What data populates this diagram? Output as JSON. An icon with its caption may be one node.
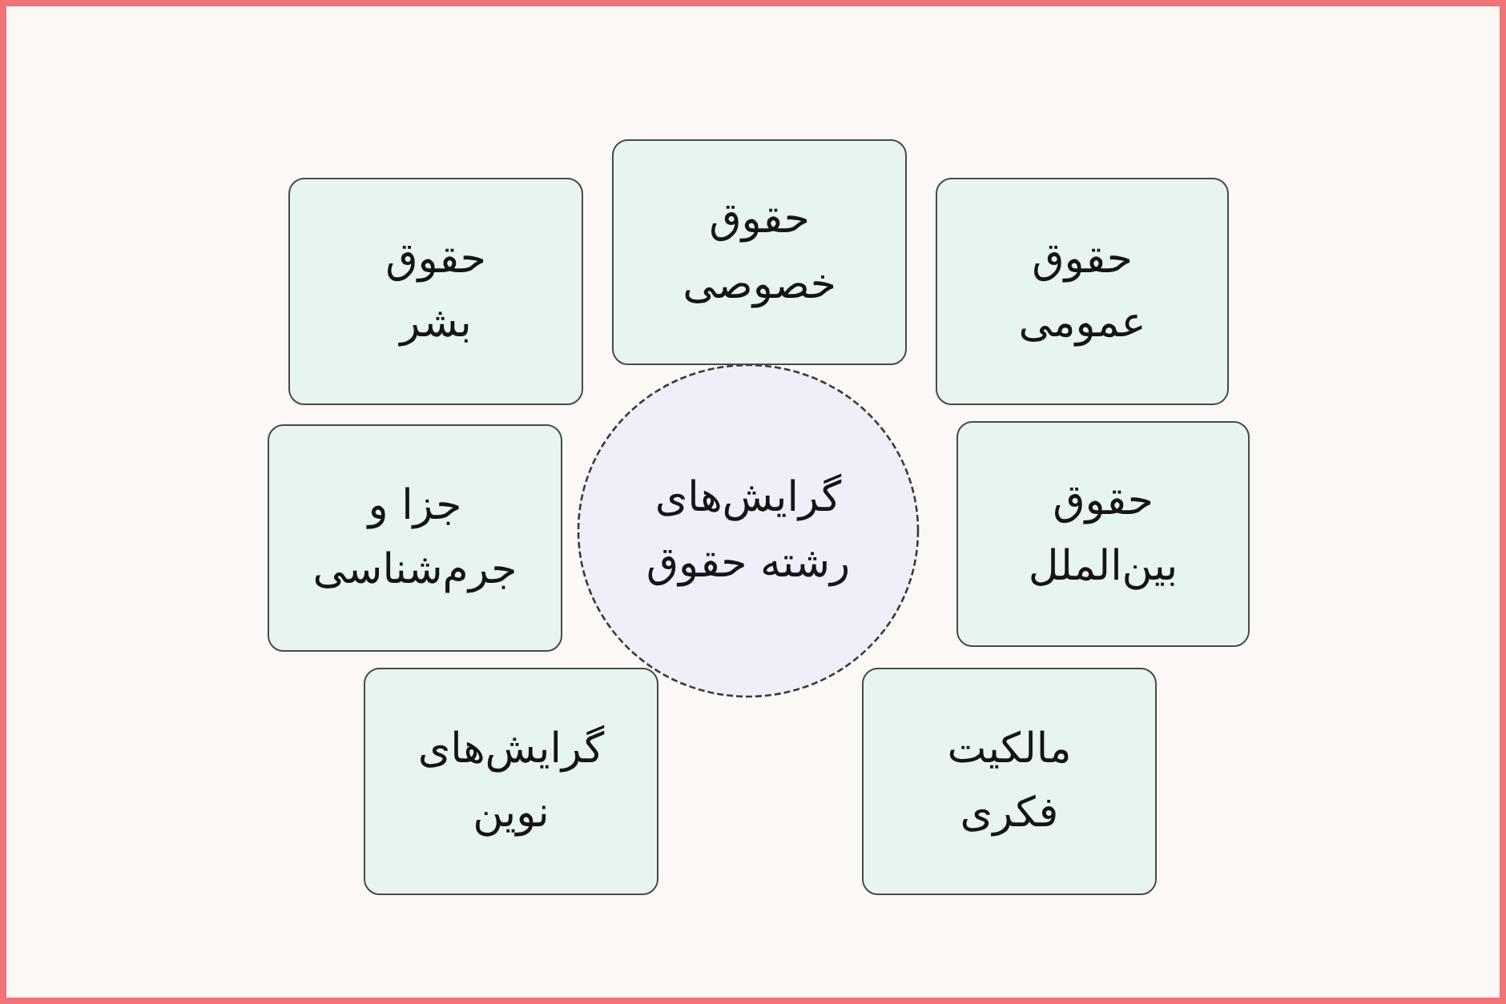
{
  "diagram": {
    "nodes": [
      {
        "text": [
          "گرایش‌های رشته حقوق"
        ]
      },
      {
        "text": [
          "حقوق خصوصی"
        ]
      },
      {
        "text": [
          "حقوق عمومی"
        ]
      },
      {
        "text": [
          "حقوق بشر"
        ]
      },
      {
        "text": [
          "حقوق بین‌الملل"
        ]
      },
      {
        "text": [
          "جزا و جرم‌شناسی"
        ]
      },
      {
        "text": [
          "مالکیت فکری"
        ]
      },
      {
        "text": [
          "گرایش‌های نوین"
        ]
      }
    ]
  }
}
